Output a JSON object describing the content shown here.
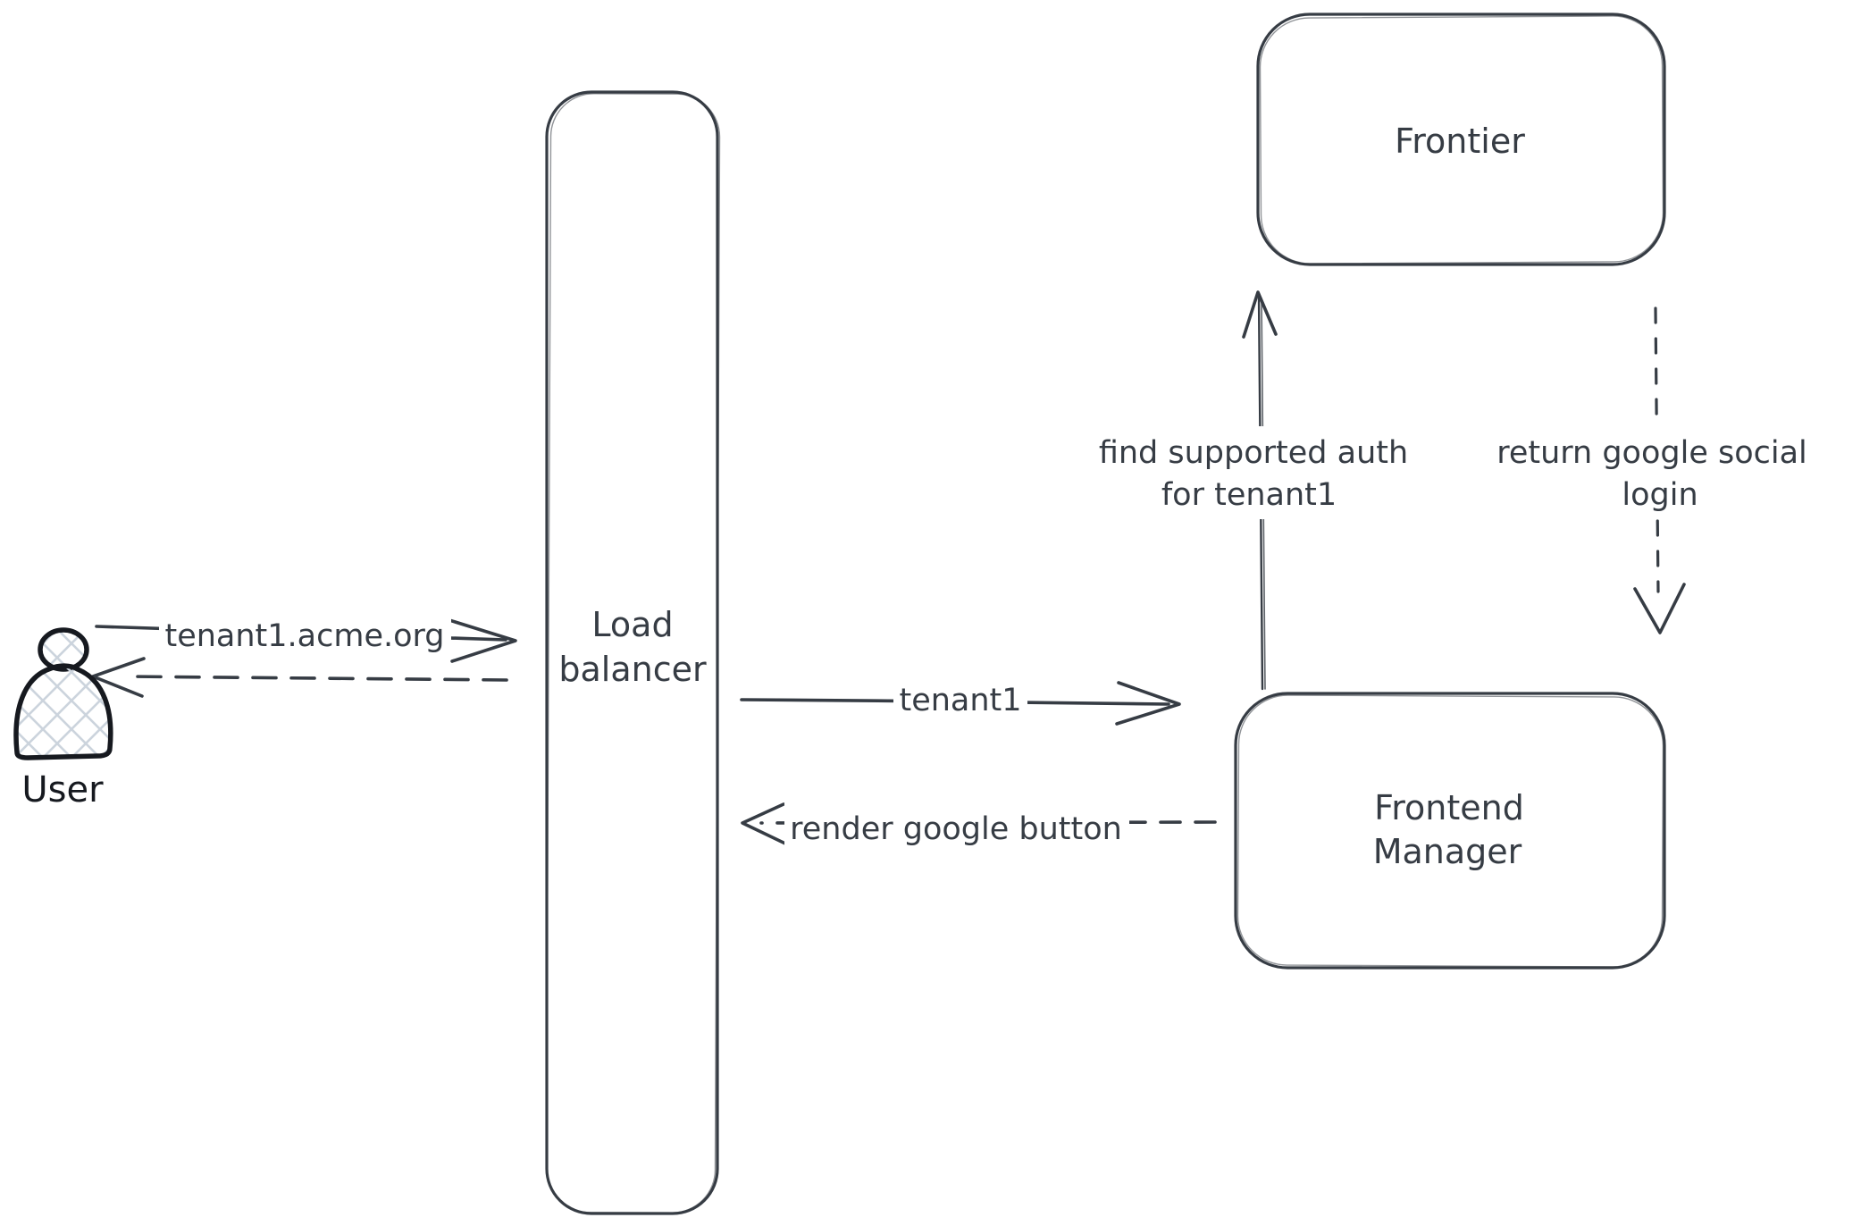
{
  "colors": {
    "stroke": "#363c44",
    "user_outline": "#16191f",
    "hatch": "#ccd4dd",
    "label_background": "#ffffff",
    "canvas_background": "#ffffff"
  },
  "nodes": {
    "user": {
      "icon": "person-icon",
      "label": "User"
    },
    "load_balancer": {
      "line1": "Load",
      "line2": "balancer"
    },
    "frontier": {
      "label": "Frontier"
    },
    "frontend_manager": {
      "line1": "Frontend",
      "line2": "Manager"
    }
  },
  "edges": {
    "user_to_lb": {
      "label": "tenant1.acme.org",
      "style": "solid",
      "direction": "right"
    },
    "lb_to_user": {
      "style": "dashed",
      "direction": "left"
    },
    "lb_to_fm": {
      "label": "tenant1",
      "style": "solid",
      "direction": "right"
    },
    "fm_to_lb": {
      "label": "render google button",
      "style": "dashed",
      "direction": "left"
    },
    "fm_to_frontier": {
      "line1": "find supported auth",
      "line2": "for tenant1",
      "style": "solid",
      "direction": "up"
    },
    "frontier_to_fm": {
      "line1": "return google social",
      "line2": "login",
      "style": "dashed",
      "direction": "down"
    }
  }
}
